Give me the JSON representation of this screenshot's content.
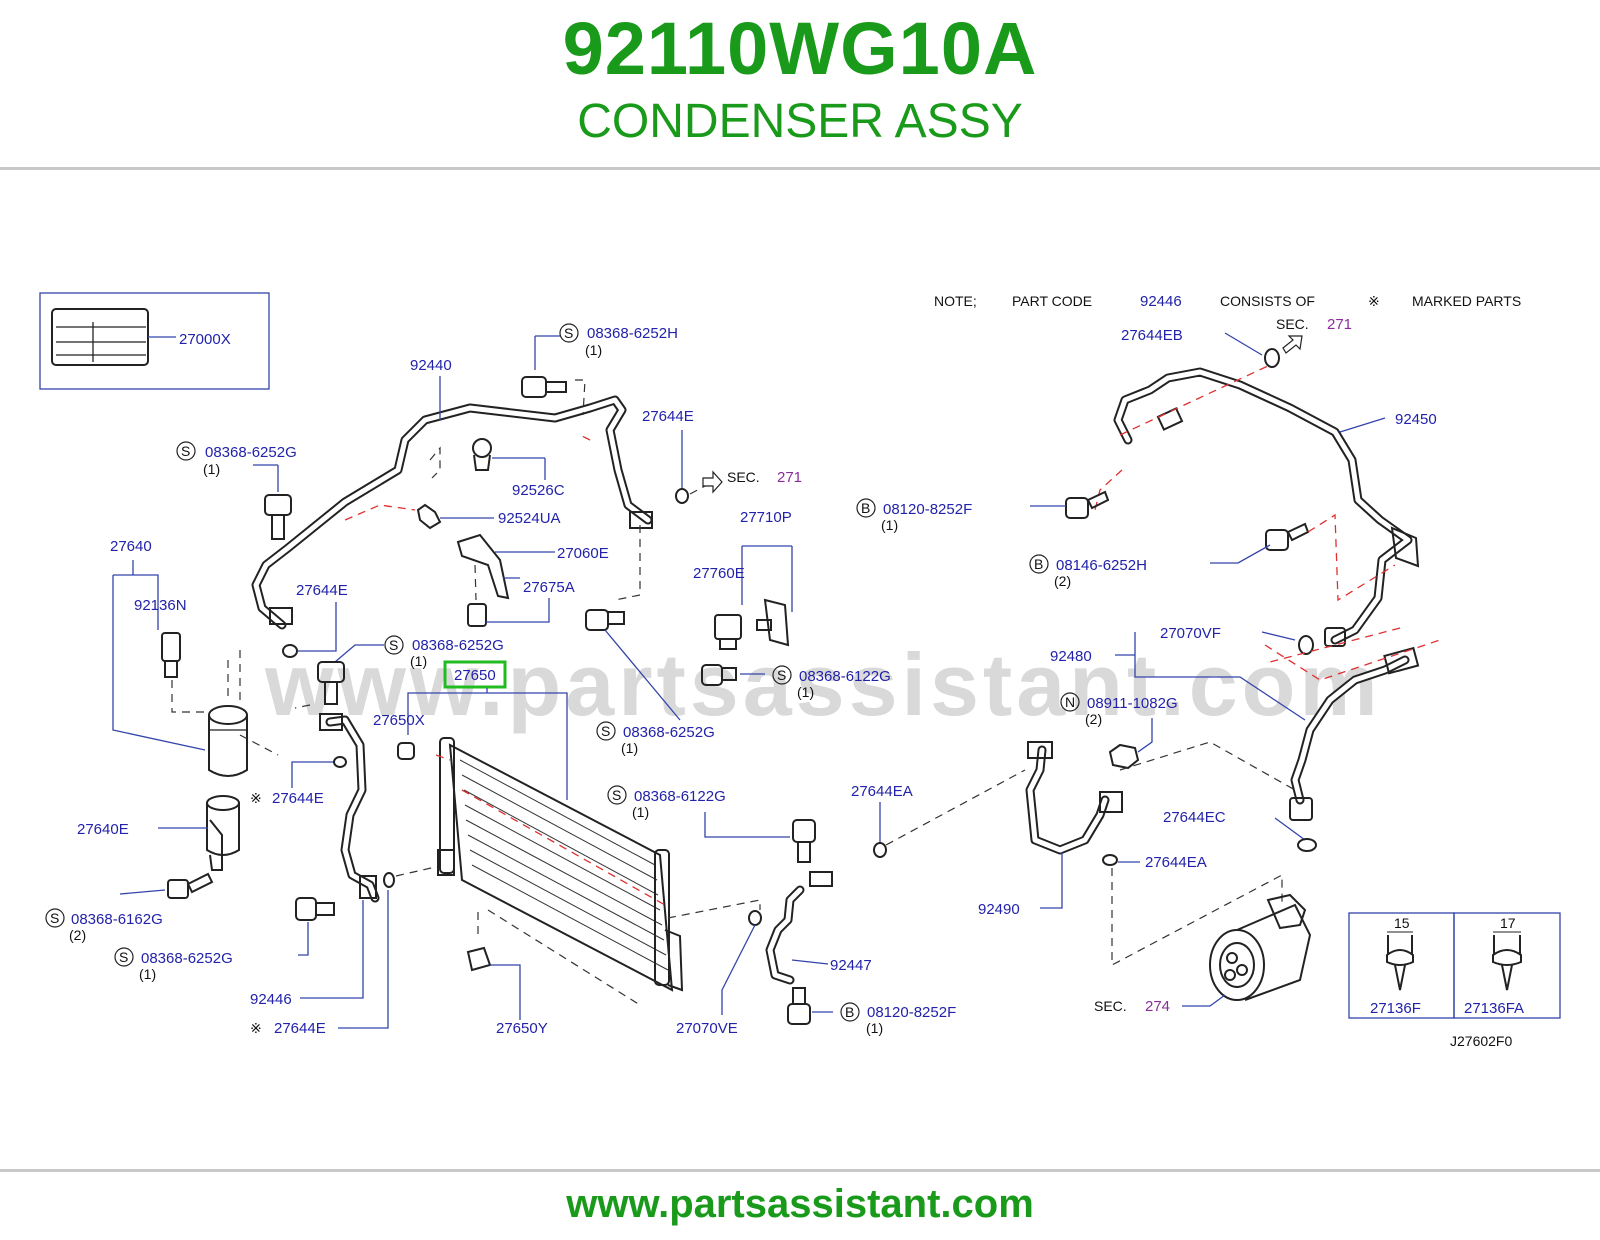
{
  "header": {
    "part_number": "92110WG10A",
    "part_name": "CONDENSER ASSY"
  },
  "footer": {
    "url": "www.partsassistant.com"
  },
  "watermark": "www.partsassistant.com",
  "diagram_code": "J27602F0",
  "note": {
    "note": "NOTE;",
    "part_code": "PART CODE",
    "code": "92446",
    "consists_of": "CONSISTS OF",
    "mark": "※",
    "marked_parts": "MARKED PARTS"
  },
  "highlight_part": "27650",
  "sec": {
    "word": "SEC.",
    "sec271a": "271",
    "sec271b": "271",
    "sec274": "274"
  },
  "labels": {
    "p27000X": "27000X",
    "p92440": "92440",
    "s08368_6252H": "08368-6252H",
    "s08368_6252H_q": "(1)",
    "s08368_6252G_a": "08368-6252G",
    "s08368_6252G_a_q": "(1)",
    "p92526C": "92526C",
    "p92524UA": "92524UA",
    "p27060E": "27060E",
    "p27675A": "27675A",
    "p27644E_top": "27644E",
    "p27640": "27640",
    "p92136N": "92136N",
    "p27644E_left": "27644E",
    "s08368_6252G_b": "08368-6252G",
    "s08368_6252G_b_q": "(1)",
    "p27650X": "27650X",
    "p27644E_mk1": "27644E",
    "p27640E": "27640E",
    "s08368_6162G": "08368-6162G",
    "s08368_6162G_q": "(2)",
    "s08368_6252G_c": "08368-6252G",
    "s08368_6252G_c_q": "(1)",
    "p92446": "92446",
    "p27644E_mk2": "27644E",
    "p27650Y": "27650Y",
    "p27070VE": "27070VE",
    "p27710P": "27710P",
    "p27760E": "27760E",
    "s08368_6122G_a": "08368-6122G",
    "s08368_6122G_a_q": "(1)",
    "s08368_6252G_d": "08368-6252G",
    "s08368_6252G_d_q": "(1)",
    "s08368_6122G_b": "08368-6122G",
    "s08368_6122G_b_q": "(1)",
    "p27644EA_a": "27644EA",
    "p92447": "92447",
    "b08120_8252F_a": "08120-8252F",
    "b08120_8252F_a_q": "(1)",
    "b08120_8252F_b": "08120-8252F",
    "b08120_8252F_b_q": "(1)",
    "p27644EB": "27644EB",
    "p92450": "92450",
    "b08146_6252H": "08146-6252H",
    "b08146_6252H_q": "(2)",
    "p27070VF": "27070VF",
    "p92480": "92480",
    "n08911_1082G": "08911-1082G",
    "n08911_1082G_q": "(2)",
    "p27644EC": "27644EC",
    "p27644EA_b": "27644EA",
    "p92490": "92490",
    "p27136F": "27136F",
    "p27136FA": "27136FA",
    "dim15": "15",
    "dim17": "17"
  },
  "prefix": {
    "S": "S",
    "B": "B",
    "N": "N"
  }
}
